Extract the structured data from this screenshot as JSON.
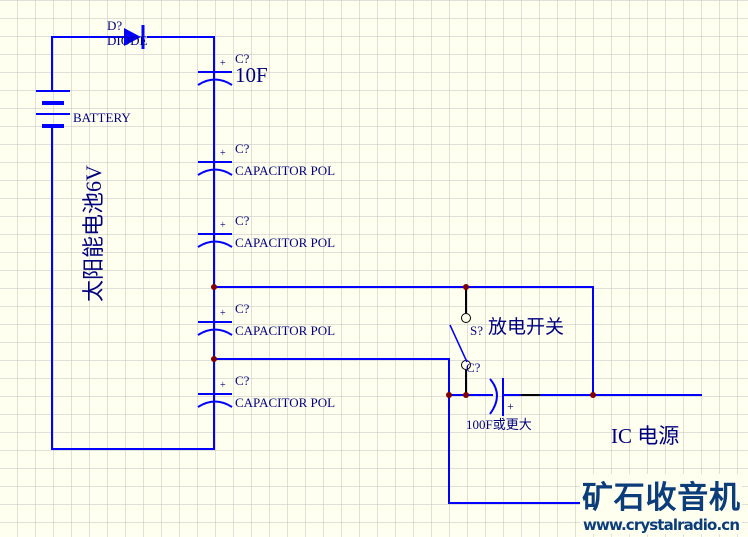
{
  "diode": {
    "designator": "D?",
    "label": "DIODE"
  },
  "battery": {
    "label": "BATTERY"
  },
  "solar_label": "太阳能电池6V",
  "caps": [
    {
      "designator": "C?",
      "value": "10F"
    },
    {
      "designator": "C?",
      "value": "CAPACITOR POL"
    },
    {
      "designator": "C?",
      "value": "CAPACITOR POL"
    },
    {
      "designator": "C?",
      "value": "CAPACITOR POL"
    },
    {
      "designator": "C?",
      "value": "CAPACITOR POL"
    }
  ],
  "plus": "+",
  "switch": {
    "designator": "S?",
    "label": "放电开关"
  },
  "out_cap": {
    "designator": "C?",
    "value": "100F或更大"
  },
  "output_label": "IC 电源",
  "watermark": {
    "title": "矿石收音机",
    "url": "www.crystalradio.cn"
  },
  "colors": {
    "wire": "#0000ff",
    "junction": "#800000",
    "grid": "#c0c0c0",
    "background": "#fffff0"
  }
}
